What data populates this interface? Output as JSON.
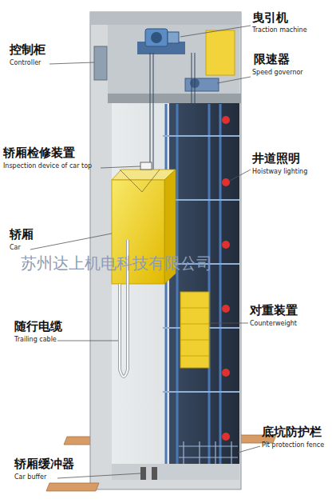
{
  "diagram": {
    "labels": [
      "曳引机",
      "Traction machine",
      "控制柜",
      "Controller",
      "限速器",
      "Speed governor",
      "轿厢检修装置",
      "Inspection device of car top",
      "井道照明",
      "Hoistway lighting",
      "轿厢",
      "Car",
      "对重装置",
      "Counterweight",
      "随行电缆",
      "Trailing cable",
      "底坑防护栏",
      "Pit protection fence",
      "轿厢缓冲器",
      "Car buffer",
      "苏州达上机电科技有限公司"
    ]
  }
}
